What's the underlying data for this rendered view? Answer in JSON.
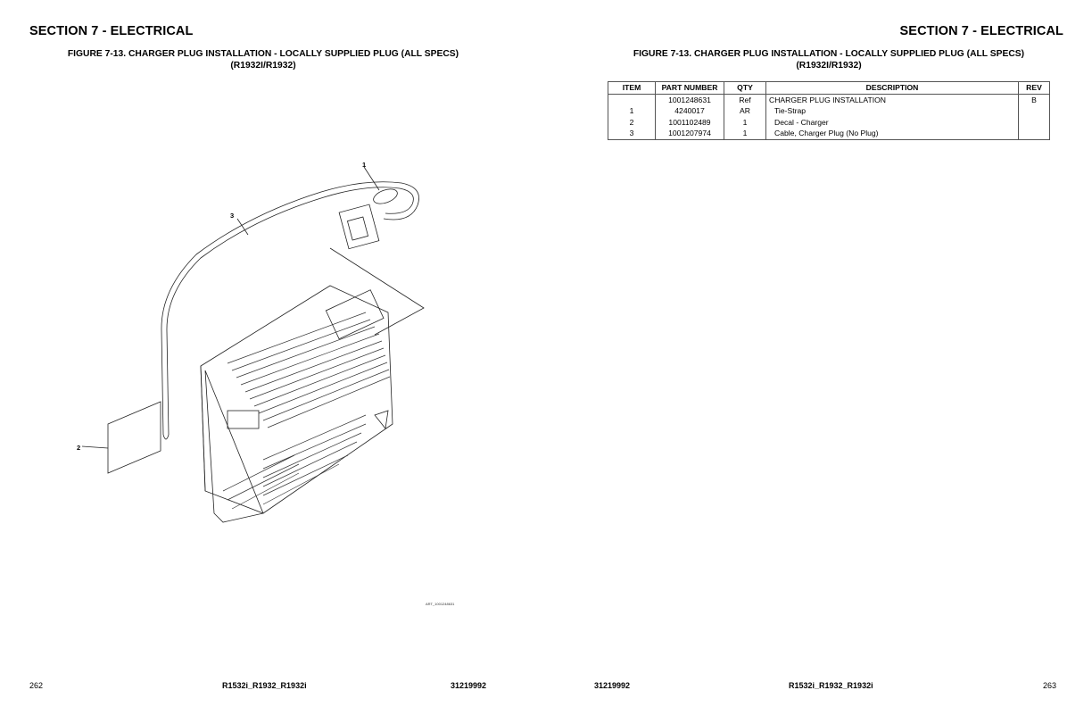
{
  "left_page": {
    "section_title": "SECTION 7 - ELECTRICAL",
    "figure_title_line1": "FIGURE 7-13. CHARGER PLUG INSTALLATION - LOCALLY SUPPLIED PLUG (ALL SPECS)",
    "figure_title_line2": "(R1932I/R1932)",
    "callouts": [
      "1",
      "2",
      "3"
    ],
    "art_id": "ART_1001248631",
    "footer": {
      "page_number": "262",
      "models": "R1532i_R1932_R1932i",
      "doc_number": "31219992"
    }
  },
  "right_page": {
    "section_title": "SECTION 7 - ELECTRICAL",
    "figure_title_line1": "FIGURE 7-13. CHARGER PLUG INSTALLATION - LOCALLY SUPPLIED PLUG (ALL SPECS)",
    "figure_title_line2": "(R1932I/R1932)",
    "table": {
      "headers": {
        "item": "ITEM",
        "part": "PART NUMBER",
        "qty": "QTY",
        "desc": "DESCRIPTION",
        "rev": "REV"
      },
      "rows": [
        {
          "item": "",
          "part": "1001248631",
          "qty": "Ref",
          "desc": "CHARGER PLUG INSTALLATION",
          "rev": "B"
        },
        {
          "item": "1",
          "part": "4240017",
          "qty": "AR",
          "desc": "Tie-Strap",
          "rev": ""
        },
        {
          "item": "2",
          "part": "1001102489",
          "qty": "1",
          "desc": "Decal - Charger",
          "rev": ""
        },
        {
          "item": "3",
          "part": "1001207974",
          "qty": "1",
          "desc": "Cable, Charger Plug (No Plug)",
          "rev": ""
        }
      ]
    },
    "footer": {
      "doc_number": "31219992",
      "models": "R1532i_R1932_R1932i",
      "page_number": "263"
    }
  }
}
